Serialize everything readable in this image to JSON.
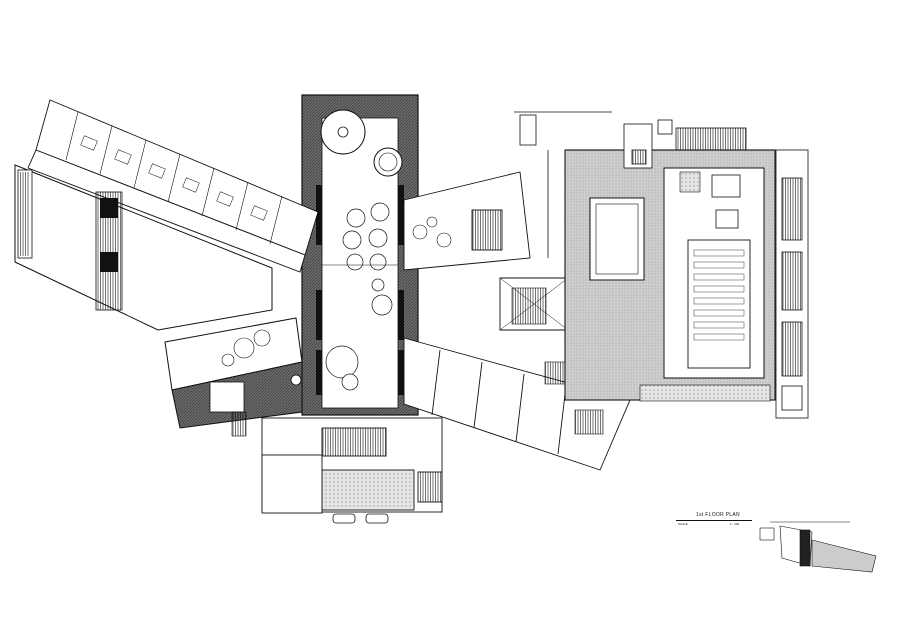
{
  "drawing": {
    "title": "1st FLOOR PLAN",
    "scale_label": "SCALE",
    "scale_value": "1 : 200"
  },
  "colors": {
    "line": "#111111",
    "hatch_dark": "#555555",
    "hatch_light": "#bdbdbd",
    "paper": "#ffffff"
  }
}
